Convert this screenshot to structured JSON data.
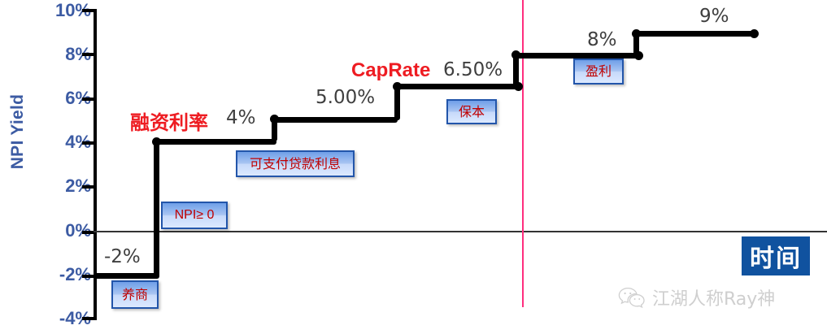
{
  "chart_data": {
    "type": "line",
    "subtype": "step",
    "title": "",
    "xlabel": "时间",
    "ylabel": "NPI Yield",
    "ylim": [
      -4,
      10
    ],
    "ytick_labels": [
      "10%",
      "8%",
      "6%",
      "4%",
      "2%",
      "0%",
      "-2%",
      "-4%"
    ],
    "ytick_values": [
      10,
      8,
      6,
      4,
      2,
      0,
      -2,
      -4
    ],
    "grid": false,
    "legend": "none",
    "steps": [
      {
        "index": 0,
        "value": -2,
        "label": "-2%",
        "stage": "养商"
      },
      {
        "index": 1,
        "value": 4,
        "label": "4%",
        "stage": "NPI≥ 0"
      },
      {
        "index": 2,
        "value": 5,
        "label": "5.00%",
        "stage": "可支付贷款利息"
      },
      {
        "index": 3,
        "value": 6.5,
        "label": "6.50%",
        "stage": "保本"
      },
      {
        "index": 4,
        "value": 8,
        "label": "8%",
        "stage": "盈利"
      },
      {
        "index": 5,
        "value": 9,
        "label": "9%",
        "stage": ""
      }
    ],
    "annotations": [
      {
        "text": "融资利率",
        "value": 4,
        "color": "#ee1c22"
      },
      {
        "text": "CapRate",
        "value": 6.5,
        "color": "#ee1c22"
      }
    ],
    "markers": [
      {
        "type": "vertical-line",
        "color": "#ff2e7e",
        "note": "break-even divider"
      }
    ]
  },
  "axis": {
    "y_title": "NPI Yield",
    "ticks": [
      {
        "label": "10%"
      },
      {
        "label": "8%"
      },
      {
        "label": "6%"
      },
      {
        "label": "4%"
      },
      {
        "label": "2%"
      },
      {
        "label": "0%"
      },
      {
        "label": "-2%"
      },
      {
        "label": "-4%"
      }
    ]
  },
  "step_values": {
    "v0": "-2%",
    "v1": "4%",
    "v2": "5.00%",
    "v3": "6.50%",
    "v4": "8%",
    "v5": "9%"
  },
  "annotations": {
    "financing_rate": "融资利率",
    "cap_rate": "CapRate"
  },
  "callouts": {
    "c0": "养商",
    "c1": "NPI≥ 0",
    "c2": "可支付贷款利息",
    "c3": "保本",
    "c4": "盈利"
  },
  "time_box": {
    "label": "时间"
  },
  "watermark": {
    "text": "江湖人称Ray神",
    "icon": "wechat-icon"
  },
  "colors": {
    "axis_text": "#3c5ba3",
    "value_text": "#3f3f3f",
    "accent_red": "#ee1c22",
    "callout_text": "#c00000",
    "callout_border": "#2255aa",
    "divider_pink": "#ff2e7e",
    "time_box_bg": "#10529f",
    "line": "#000000"
  }
}
